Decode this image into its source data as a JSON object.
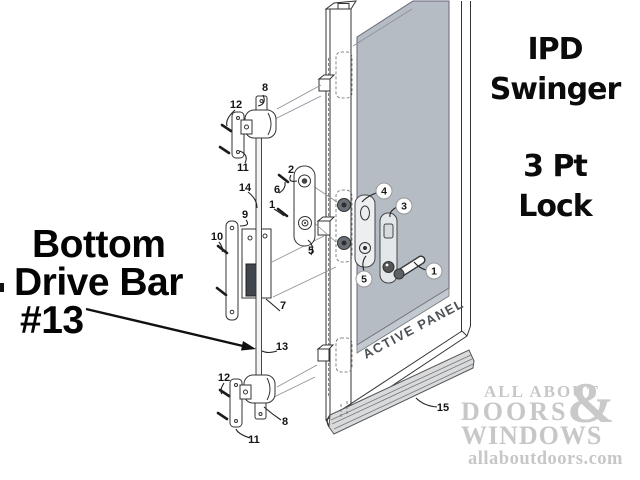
{
  "title": {
    "lines": [
      "IPD",
      "Swinger",
      "3 Pt",
      "Lock"
    ]
  },
  "callout": {
    "lines": [
      "Bottom",
      "Drive Bar",
      "#13"
    ]
  },
  "diagram": {
    "active_panel": "ACTIVE PANEL",
    "part_labels": [
      "8",
      "12",
      "11",
      "14",
      "2",
      "6",
      "1",
      "9",
      "10",
      "5",
      "7",
      "13",
      "12",
      "8",
      "11",
      "15"
    ],
    "circled_labels": [
      "4",
      "3",
      "5",
      "1"
    ]
  },
  "watermark": {
    "line1": "ALL ABOUT",
    "line2": "DOORS",
    "ampersand": "&",
    "line3": "WINDOWS",
    "url": "allaboutdoors.com",
    "color": "#c7c7c7"
  },
  "colors": {
    "glass": "#b6bcc4",
    "line": "#333333",
    "threshold": "#d8dadc",
    "text": "#0b0b0b"
  }
}
